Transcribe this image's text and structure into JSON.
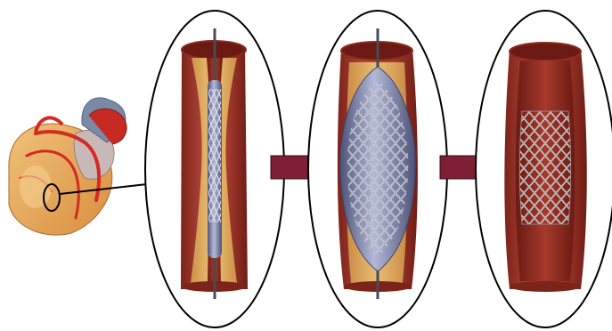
{
  "diagram": {
    "stages": [
      {
        "id": "catheter-insertion",
        "stent_state": "collapsed"
      },
      {
        "id": "balloon-inflation",
        "stent_state": "expanding"
      },
      {
        "id": "stent-deployed",
        "stent_state": "expanded"
      }
    ],
    "colors": {
      "vessel_wall_outer": "#a5372b",
      "vessel_wall_inner": "#d4a35a",
      "vessel_lumen": "#8a2a1d",
      "plaque": "#e8c36a",
      "balloon": "#7f86b3",
      "stent_wire": "#d9d9dd",
      "arrow": "#7f1f35",
      "outline": "#000000",
      "heart_base": "#e7a95a",
      "heart_vessels": "#d32a22",
      "heart_aorta": "#7a89a6"
    },
    "icons": [
      "heart-illustration",
      "artery-cross-section",
      "stent",
      "balloon-catheter",
      "process-arrow"
    ]
  }
}
